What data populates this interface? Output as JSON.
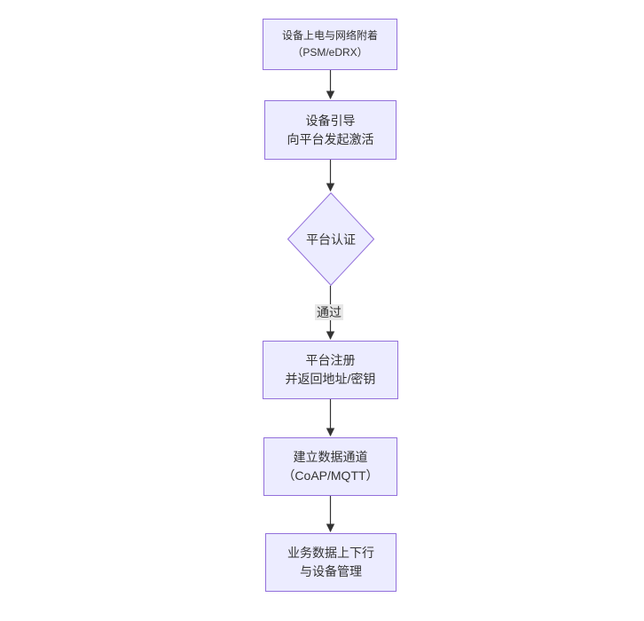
{
  "diagram": {
    "type": "flowchart-top-down",
    "nodes": [
      {
        "id": "power",
        "shape": "rect",
        "lines": [
          "设备上电与网络附着",
          "（PSM/eDRX）"
        ]
      },
      {
        "id": "boot",
        "shape": "rect",
        "lines": [
          "设备引导",
          "向平台发起激活"
        ]
      },
      {
        "id": "auth",
        "shape": "diamond",
        "lines": [
          "平台认证"
        ]
      },
      {
        "id": "register",
        "shape": "rect",
        "lines": [
          "平台注册",
          "并返回地址/密钥"
        ]
      },
      {
        "id": "channel",
        "shape": "rect",
        "lines": [
          "建立数据通道",
          "（CoAP/MQTT）"
        ]
      },
      {
        "id": "business",
        "shape": "rect",
        "lines": [
          "业务数据上下行",
          "与设备管理"
        ]
      }
    ],
    "edges": [
      {
        "from": "power",
        "to": "boot",
        "label": ""
      },
      {
        "from": "boot",
        "to": "auth",
        "label": ""
      },
      {
        "from": "auth",
        "to": "register",
        "label": "通过"
      },
      {
        "from": "register",
        "to": "channel",
        "label": ""
      },
      {
        "from": "channel",
        "to": "business",
        "label": ""
      }
    ],
    "edge_label": "通过",
    "colors": {
      "node_fill": "#ECECFF",
      "node_border": "#9370DB",
      "arrow": "#333333",
      "text": "#333333",
      "edge_label_bg": "#e8e8e8",
      "canvas_bg": "#ffffff"
    }
  }
}
